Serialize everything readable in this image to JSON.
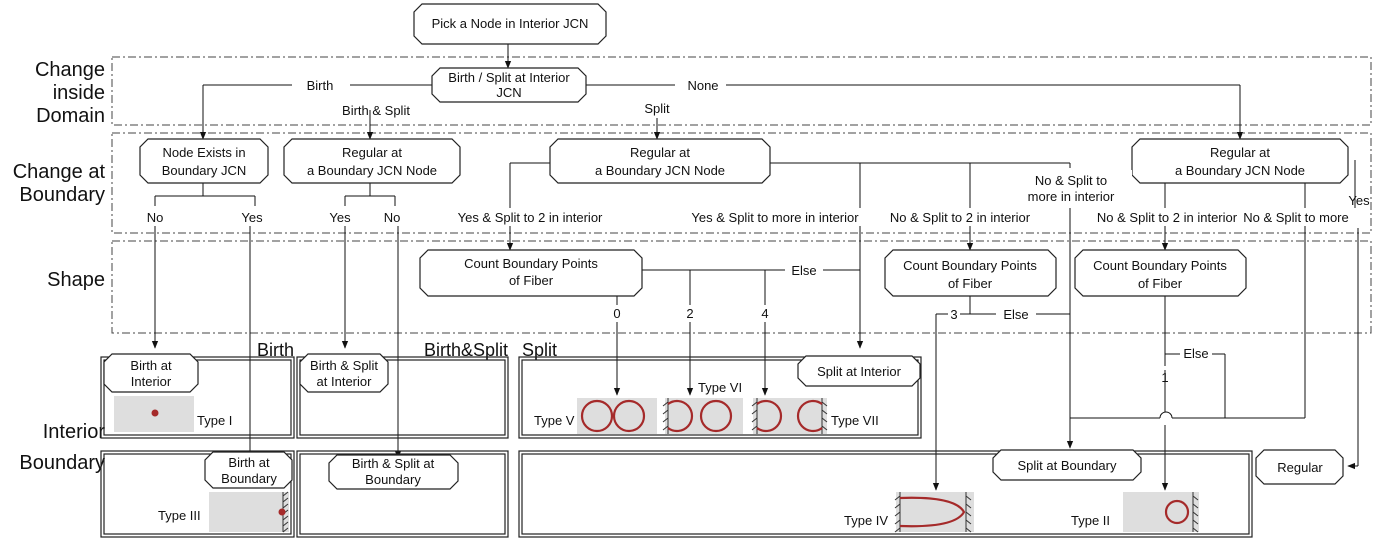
{
  "side_labels": {
    "change_inside": [
      "Change",
      "inside",
      "Domain"
    ],
    "change_boundary": [
      "Change at",
      "Boundary"
    ],
    "shape": "Shape",
    "interior": "Interior",
    "boundary": "Boundary"
  },
  "nodes": {
    "pick": "Pick a Node in Interior JCN",
    "birth_split_interior": [
      "Birth / Split  at Interior",
      "JCN"
    ],
    "node_exists": [
      "Node Exists in",
      "Boundary JCN"
    ],
    "regular_a": [
      "Regular at",
      "a Boundary JCN Node"
    ],
    "regular_b": [
      "Regular at",
      "a Boundary JCN Node"
    ],
    "regular_c": [
      "Regular at",
      "a Boundary JCN Node"
    ],
    "count_a": [
      "Count  Boundary Points",
      "of Fiber"
    ],
    "count_b": [
      "Count  Boundary Points",
      "of Fiber"
    ],
    "count_c": [
      "Count  Boundary Points",
      "of Fiber"
    ],
    "birth_interior": [
      "Birth at",
      "Interior"
    ],
    "birthsplit_interior": [
      "Birth & Split",
      "at Interior"
    ],
    "split_interior": "Split at Interior",
    "birth_boundary": [
      "Birth at",
      "Boundary"
    ],
    "birthsplit_boundary": [
      "Birth & Split at",
      "Boundary"
    ],
    "split_boundary": "Split at Boundary",
    "regular": "Regular"
  },
  "edge_labels": {
    "birth": "Birth",
    "birth_split": "Birth & Split",
    "split": "Split",
    "none": "None",
    "no1": "No",
    "yes1": "Yes",
    "yes2": "Yes",
    "no2": "No",
    "yes_split_2": "Yes & Split to 2 in interior",
    "yes_split_more": "Yes & Split to more in interior",
    "no_split_2": "No & Split to 2 in interior",
    "no_split_more_interior": [
      "No & Split to",
      "more in interior"
    ],
    "no_split_2_b": "No & Split to 2 in interior",
    "no_split_more": "No & Split to more",
    "yes3": "Yes",
    "else1": "Else",
    "zero": "0",
    "two": "2",
    "four": "4",
    "three": "3",
    "else2": "Else",
    "else3": "Else",
    "one": "1"
  },
  "sections": {
    "birth": "Birth",
    "birthsplit": "Birth&Split",
    "split": "Split"
  },
  "types": {
    "t1": "Type I",
    "t2": "Type II",
    "t3": "Type III",
    "t4": "Type IV",
    "t5": "Type V",
    "t6": "Type VI",
    "t7": "Type VII"
  },
  "colors": {
    "fiber": "#a52a2a",
    "panel": "#dedede"
  }
}
